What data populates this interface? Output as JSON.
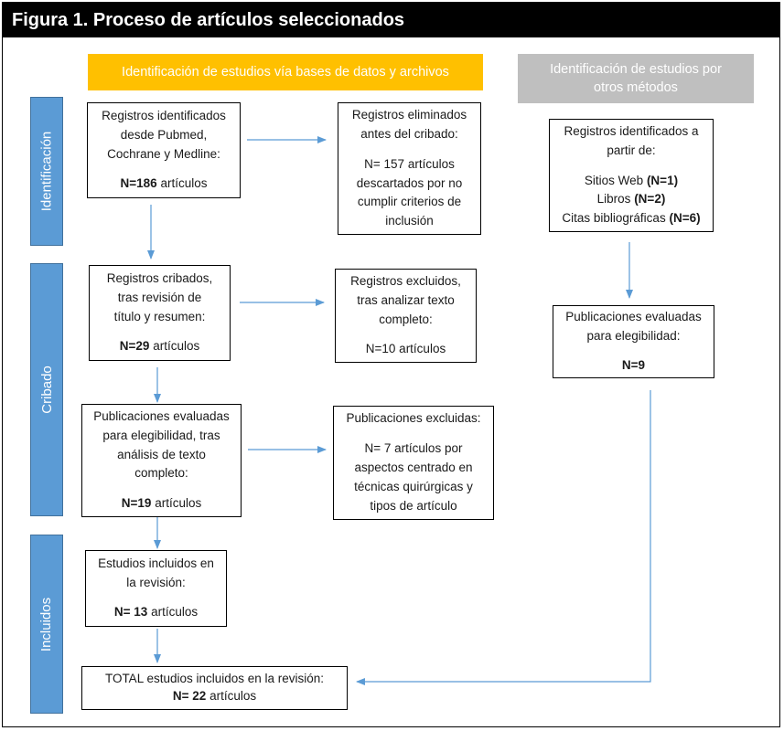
{
  "title": "Figura 1. Proceso de artículos seleccionados",
  "headers": {
    "databases": "Identificación de estudios vía bases de datos y archivos",
    "other_line1": "Identificación de estudios por",
    "other_line2": "otros métodos"
  },
  "phases": {
    "identification": "Identificación",
    "screening": "Cribado",
    "included": "Incluidos"
  },
  "boxes": {
    "identified": {
      "lines": [
        "Registros identificados",
        "desde Pubmed,",
        "Cochrane y Medline:"
      ],
      "count_bold": "N=186",
      "count_rest": " artículos"
    },
    "removed": {
      "lines": [
        "Registros eliminados",
        "antes del cribado:"
      ],
      "detail": [
        "N= 157 artículos",
        "descartados por no",
        "cumplir criterios de",
        "inclusión"
      ]
    },
    "other_identified": {
      "lines": [
        "Registros identificados a",
        "partir de:"
      ],
      "items": [
        {
          "label": "Sitios Web ",
          "count": "(N=1)"
        },
        {
          "label": "Libros ",
          "count": "(N=2)"
        },
        {
          "label": "Citas bibliográficas ",
          "count": "(N=6)"
        }
      ]
    },
    "screened": {
      "lines": [
        "Registros cribados,",
        "tras revisión de",
        "título y resumen:"
      ],
      "count_bold": "N=29",
      "count_rest": " artículos"
    },
    "excluded": {
      "lines": [
        "Registros excluidos,",
        "tras analizar texto",
        "completo:"
      ],
      "count": "N=10 artículos"
    },
    "other_eval": {
      "lines": [
        "Publicaciones evaluadas",
        "para elegibilidad:"
      ],
      "count_bold": "N=9"
    },
    "eligibility": {
      "lines": [
        "Publicaciones evaluadas",
        "para elegibilidad, tras",
        "análisis de texto",
        "completo:"
      ],
      "count_bold": "N=19",
      "count_rest": " artículos"
    },
    "pub_excluded": {
      "lines": [
        "Publicaciones excluidas:"
      ],
      "detail": [
        "N= 7 artículos por",
        "aspectos centrado en",
        "técnicas quirúrgicas y",
        "tipos de artículo"
      ]
    },
    "included": {
      "lines": [
        "Estudios incluidos en",
        "la revisión:"
      ],
      "count_bold": "N= 13",
      "count_rest": " artículos"
    },
    "total": {
      "line": "TOTAL estudios incluidos en la revisión:",
      "count_bold": "N= 22",
      "count_rest": " artículos"
    }
  },
  "colors": {
    "title_bg": "#000000",
    "db_header": "#ffc000",
    "other_header": "#bfbfbf",
    "phase": "#5b9bd5",
    "arrow": "#5b9bd5"
  }
}
